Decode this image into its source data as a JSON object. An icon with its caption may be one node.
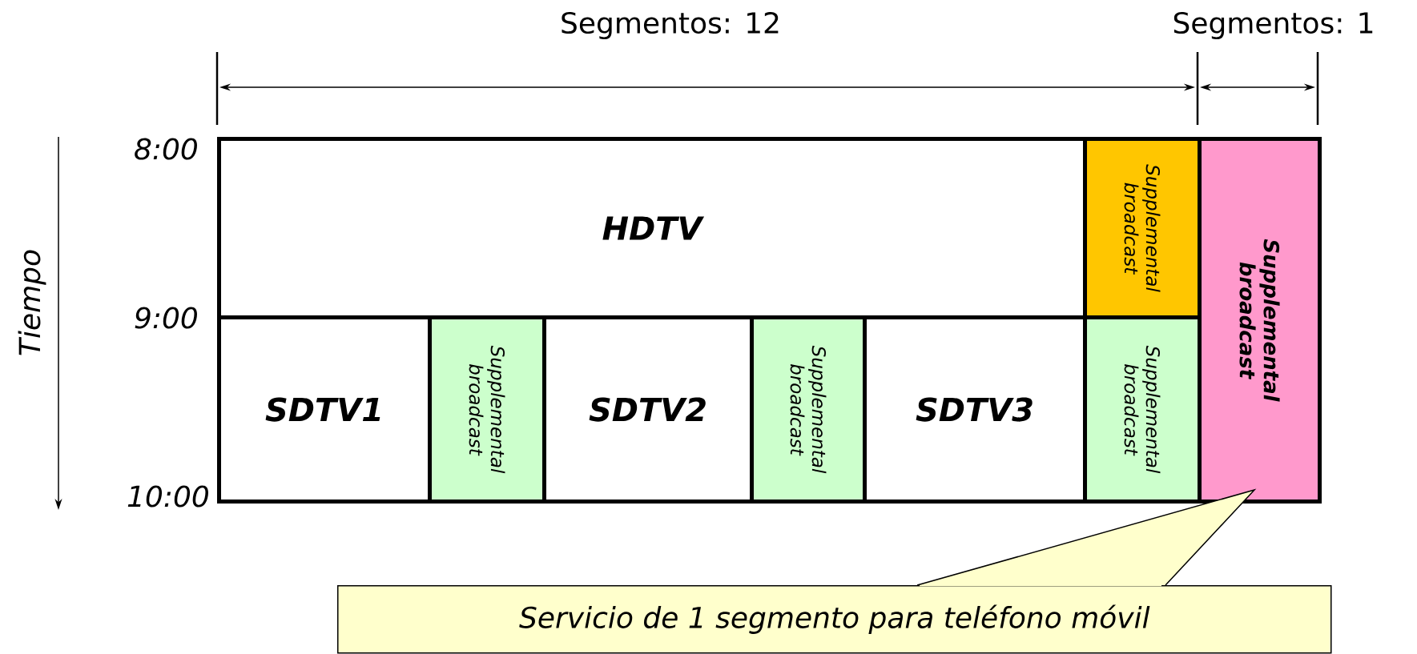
{
  "diagram": {
    "nodes": [
      {
        "text": [
          "HDTV"
        ]
      },
      {
        "text": [
          "SDTV1"
        ]
      },
      {
        "text": [
          "Supplemental broadcast"
        ]
      },
      {
        "text": [
          "SDTV2"
        ]
      },
      {
        "text": [
          "Supplemental broadcast"
        ]
      },
      {
        "text": [
          "SDTV3"
        ]
      },
      {
        "text": [
          "Supplemental broadcast"
        ]
      },
      {
        "text": [
          "Supplemental broadcast"
        ]
      },
      {
        "text": [
          "Supplemental broadcast"
        ]
      },
      {
        "text": [
          "Servicio de 1 segmento para teléfono móvil"
        ]
      }
    ],
    "edges": [
      {
        "from": 9,
        "to": 8,
        "arrow": "none"
      }
    ],
    "labels": [
      "Segmentos: 12",
      "Segmentos: 1",
      "8:00",
      "9:00",
      "10:00",
      "Tiempo"
    ]
  }
}
